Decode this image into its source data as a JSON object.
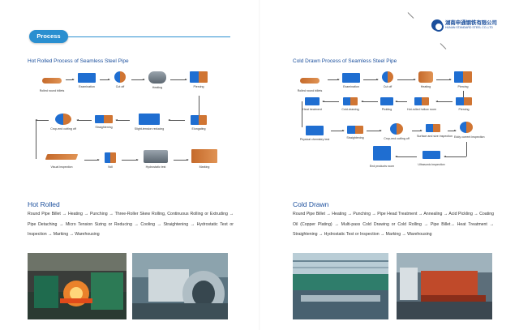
{
  "header": {
    "section_pill": "Process",
    "logo_cn": "湖南申通钢铁有限公司",
    "logo_en": "HUNAN STANDARD STEEL CO.,LTD"
  },
  "hot_process": {
    "title": "Hot Rolled Process of Seamless Steel Pipe",
    "steps": [
      {
        "label": "Rolled round billets",
        "icon": "round-billet-icon"
      },
      {
        "label": "Examination",
        "icon": "examination-icon"
      },
      {
        "label": "Cut off",
        "icon": "cut-off-icon"
      },
      {
        "label": "Heating",
        "icon": "heating-furnace-icon"
      },
      {
        "label": "Piercing",
        "icon": "piercing-icon"
      },
      {
        "label": "Elongating",
        "icon": "elongating-icon"
      },
      {
        "label": "Slight-tension reducing",
        "icon": "reducing-icon"
      },
      {
        "label": "Straightening",
        "icon": "straightening-icon"
      },
      {
        "label": "Crop-end cutting off",
        "icon": "crop-end-icon"
      },
      {
        "label": "Visual inspection",
        "icon": "visual-inspection-icon"
      },
      {
        "label": "NdI",
        "icon": "ndi-icon"
      },
      {
        "label": "Hydrostatic test",
        "icon": "hydrostatic-test-icon"
      },
      {
        "label": "Marking",
        "icon": "marking-icon"
      }
    ]
  },
  "cold_process": {
    "title": "Cold Drawn Process of Seamless Steel Pipe",
    "steps": [
      {
        "label": "Rolled round billets",
        "icon": "round-billet-icon"
      },
      {
        "label": "Examination",
        "icon": "examination-icon"
      },
      {
        "label": "Cut off",
        "icon": "cut-off-icon"
      },
      {
        "label": "Heating",
        "icon": "heating-furnace-icon"
      },
      {
        "label": "Piercing",
        "icon": "piercing-icon"
      },
      {
        "label": "Piercing",
        "icon": "piercing-icon"
      },
      {
        "label": "Hot-rolled hollow room",
        "icon": "hollow-room-icon"
      },
      {
        "label": "Pickling",
        "icon": "pickling-icon"
      },
      {
        "label": "Cold-drawing",
        "icon": "cold-drawing-icon"
      },
      {
        "label": "Heat treatment",
        "icon": "heat-treatment-icon"
      },
      {
        "label": "Physical chemistry test",
        "icon": "chemistry-test-icon"
      },
      {
        "label": "Straightening",
        "icon": "straightening-icon"
      },
      {
        "label": "Crop-end cutting off",
        "icon": "crop-end-icon"
      },
      {
        "label": "Surface and size inspection",
        "icon": "size-inspection-icon"
      },
      {
        "label": "Eddy current inspection",
        "icon": "eddy-current-icon"
      },
      {
        "label": "Ultrasonic inspection",
        "icon": "ultrasonic-icon"
      },
      {
        "label": "End products room",
        "icon": "end-products-icon"
      }
    ]
  },
  "hot_rolled": {
    "heading": "Hot Rolled",
    "text": "Round Pipe Billet → Heating → Punching → Three-Roller Skew Rolling, Continuous Rolling or Extruding → Pipe Detaching → Micro Tension Sizing or Reducing → Cooling → Straightening → Hydrostatic Test or Inspection → Marking → Warehousing"
  },
  "cold_drawn": {
    "heading": "Cold Drawn",
    "text": "Round Pipe Billet → Heating → Punching → Pipe Head Treatment → Annealing → Acid Pickling → Coating Oil (Copper Plating) → Multi-pass Cold Drawing or Cold Rolling → Pipe Billet→ Heat Treatment → Straightening → Hydrostatic Test or Inspection → Marking → Warehousing"
  },
  "colors": {
    "accent_blue": "#1a4e9c",
    "pill_blue": "#2a8fd0",
    "steel_orange": "#d07533"
  }
}
